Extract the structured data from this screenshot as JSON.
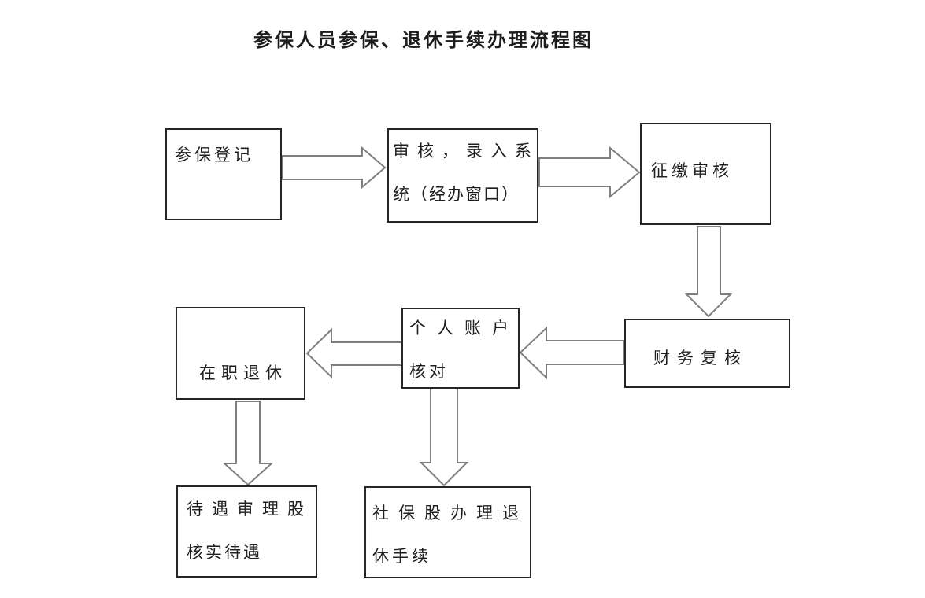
{
  "page": {
    "title": "参保人员参保、退休手续办理流程图",
    "background_color": "#ffffff",
    "box_border_color": "#262626",
    "arrow_outline_color": "#7f7f7f",
    "text_color": "#1f1f1f"
  },
  "nodes": [
    {
      "id": "canbao-dengji",
      "lines": [
        "参保登记"
      ]
    },
    {
      "id": "shenhe-luru",
      "lines": [
        "审核，录入系",
        "统（经办窗口）"
      ]
    },
    {
      "id": "zhengjiao",
      "lines": [
        "征缴审核"
      ]
    },
    {
      "id": "caiwu-fuhe",
      "lines": [
        "财务复核"
      ]
    },
    {
      "id": "geren-zhanghu",
      "lines": [
        "个人账户",
        "核对"
      ]
    },
    {
      "id": "zaizhi-tuixiu",
      "lines": [
        "在职退休"
      ]
    },
    {
      "id": "daiyu-shenli",
      "lines": [
        "待遇审理股",
        "核实待遇"
      ]
    },
    {
      "id": "shebao-gu",
      "lines": [
        "社保股办理退",
        "休手续"
      ]
    }
  ],
  "edges": [
    {
      "from": "参保登记",
      "to": "审核，录入系统（经办窗口）",
      "direction": "right",
      "style": "hollow-block-arrow"
    },
    {
      "from": "审核，录入系统（经办窗口）",
      "to": "征缴审核",
      "direction": "right",
      "style": "hollow-block-arrow"
    },
    {
      "from": "征缴审核",
      "to": "财务复核",
      "direction": "down",
      "style": "hollow-block-arrow"
    },
    {
      "from": "财务复核",
      "to": "个人账户核对",
      "direction": "left",
      "style": "hollow-block-arrow"
    },
    {
      "from": "个人账户核对",
      "to": "在职退休",
      "direction": "left",
      "style": "hollow-block-arrow"
    },
    {
      "from": "在职退休",
      "to": "待遇审理股核实待遇",
      "direction": "down",
      "style": "hollow-block-arrow"
    },
    {
      "from": "个人账户核对",
      "to": "社保股办理退休手续",
      "direction": "down",
      "style": "hollow-block-arrow"
    }
  ]
}
